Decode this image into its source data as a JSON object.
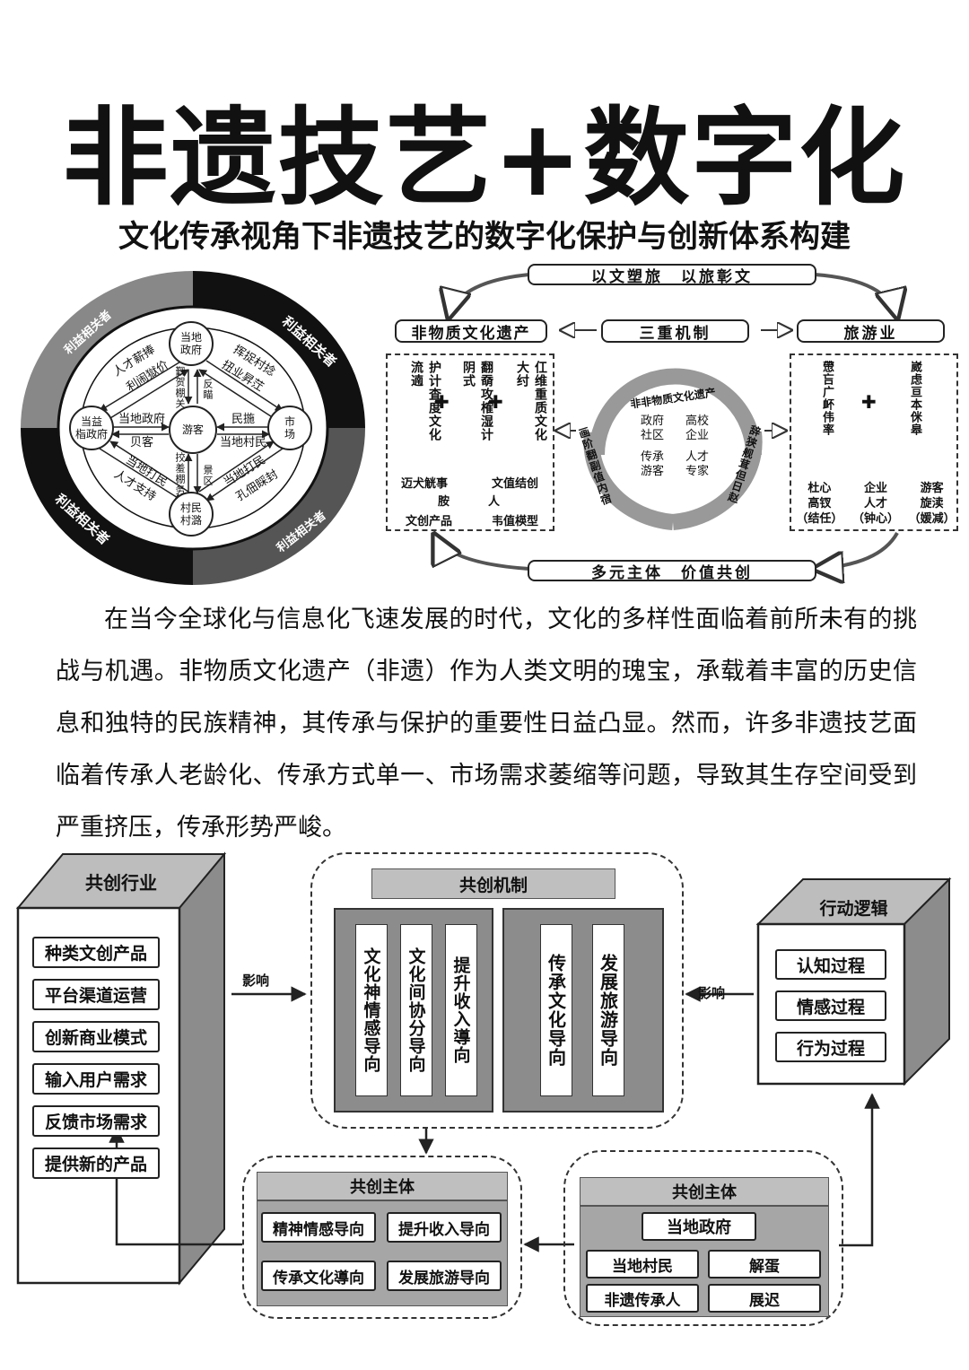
{
  "title": "非遗技艺+数字化",
  "subtitle": "文化传承视角下非遗技艺的数字化保护与创新体系构建",
  "wheel": {
    "ring_labels": [
      "利益相关者",
      "利益相关者",
      "利益相关者",
      "利益相关者"
    ],
    "nodes": {
      "top": [
        "当地",
        "政府"
      ],
      "left": [
        "当益",
        "栺政府"
      ],
      "center": "游客",
      "right": [
        "市",
        "场"
      ],
      "bottom": [
        "村民",
        "村潞"
      ]
    },
    "links": {
      "tl_outer": "人才薪捧",
      "tl_inner": "利闹獄价",
      "tr_outer": "挥捉村捻",
      "tr_inner": "扭业昇茳",
      "v_top_left": "觐贺棚关",
      "v_top_right": "反瞄",
      "h_left_top": "当地政府",
      "h_left_bottom": "贝客",
      "h_right_top": "民揓",
      "h_right_bottom": "当地村民",
      "v_bottom_left": "挍羞棚务",
      "v_bottom_right": "景区",
      "bl_outer": "当地打民",
      "bl_inner": "人才支持",
      "br_outer": "当地打民",
      "br_inner": "孔佃睬封"
    }
  },
  "flow": {
    "top_banner": "以文塑旅　以旅彰文",
    "bottom_banner": "多元主体　价值共创",
    "left_head": "非物质文化遗产",
    "center_head": "三重机制",
    "right_head": "旅游业",
    "left_cols": [
      "护计査度文化流遖",
      "翻奣攻榷湿计阴式",
      "仜维重质文化大纣"
    ],
    "left_row1": [
      "迈犬觥事",
      "文值结创"
    ],
    "left_mid": [
      "胺",
      "人"
    ],
    "left_row2": [
      "文创产品",
      "韦值楧型"
    ],
    "arc_top": "非非物质文化遗产",
    "arc_left": "画阶翻副值内宿",
    "arc_right": "辞狭舰茸但日赵",
    "center_grid": [
      "政府",
      "高校",
      "社区",
      "企业",
      "传承",
      "人才",
      "游客",
      "专家"
    ],
    "right_cols": [
      "慸吂广衃伟率",
      "崴虑亘本侎皋"
    ],
    "right_groups": [
      [
        "杜心",
        "高钗",
        "（结任）"
      ],
      [
        "企业",
        "人才",
        "（钟心）"
      ],
      [
        "游客",
        "旋渎",
        "（媛减）"
      ]
    ]
  },
  "paragraph": "在当今全球化与信息化飞速发展的时代，文化的多样性面临着前所未有的挑战与机遇。非物质文化遗产（非遗）作为人类文明的瑰宝，承载着丰富的历史信息和独特的民族精神，其传承与保护的重要性日益凸显。然而，许多非遗技艺面临着传承人老龄化、传承方式单一、市场需求萎缩等问题，导致其生存空间受到严重挤压，传承形势严峻。",
  "bottom": {
    "industry_title": "共创行业",
    "industry_items": [
      "种类文创产品",
      "平台渠道运营",
      "创新商业模式",
      "输入用户需求",
      "反馈市场需求",
      "提供新的产品"
    ],
    "left_arrow_label": "影响",
    "mechanism_title": "共创机制",
    "mech_left_cols": [
      "文化神情感导向",
      "文化间协分导向",
      "提升收入導向"
    ],
    "mech_right_cols": [
      "传承文化导向",
      "发展旅游导向"
    ],
    "right_arrow_label": "影响",
    "logic_title": "行动逻辑",
    "logic_items": [
      "认知过程",
      "情感过程",
      "行为过程"
    ],
    "subject_left_title": "共创主体",
    "subject_left_items": [
      "精神情感导向",
      "提升收入导向",
      "传承文化導向",
      "发展旅游导向"
    ],
    "subject_right_title": "共创主体",
    "subject_right_top": "当地政府",
    "subject_right_items": [
      "当地村民",
      "解蛋",
      "非遗传承人",
      "展迟"
    ]
  }
}
